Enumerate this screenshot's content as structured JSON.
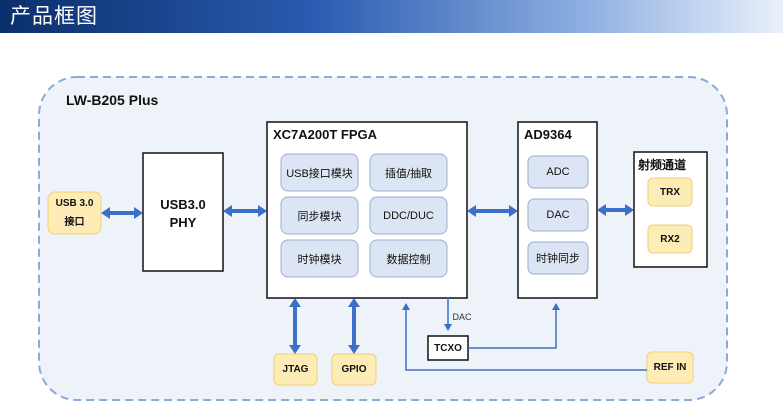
{
  "header": {
    "title": "产品框图"
  },
  "diagram": {
    "product_name": "LW-B205 Plus",
    "usb_port": {
      "line1": "USB 3.0",
      "line2": "接口"
    },
    "usb_phy": {
      "line1": "USB3.0",
      "line2": "PHY"
    },
    "fpga": {
      "title": "XC7A200T FPGA",
      "modules": [
        "USB接口模块",
        "插值/抽取",
        "同步模块",
        "DDC/DUC",
        "时钟模块",
        "数据控制"
      ]
    },
    "ad9364": {
      "title": "AD9364",
      "blocks": [
        "ADC",
        "DAC",
        "时钟同步"
      ]
    },
    "rf": {
      "title": "射频通道",
      "ports": [
        "TRX",
        "RX2"
      ]
    },
    "jtag": "JTAG",
    "gpio": "GPIO",
    "tcxo": "TCXO",
    "dac_label": "DAC",
    "ref_in": "REF IN"
  }
}
